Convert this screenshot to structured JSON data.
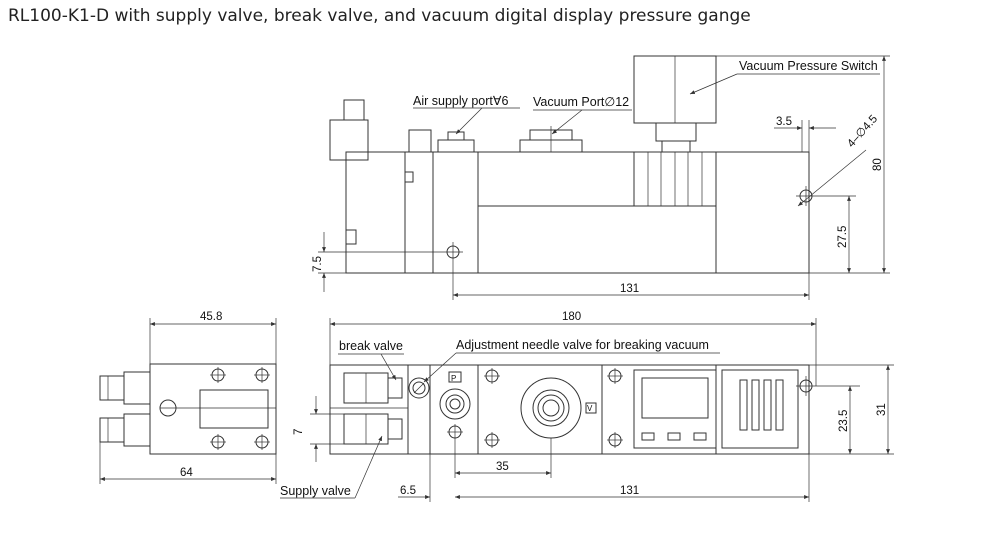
{
  "title": "RL100-K1-D with supply valve, break valve, and vacuum digital display pressure gange",
  "callouts": {
    "vacuum_pressure_switch": "Vacuum Pressure Switch",
    "air_supply_port": "Air supply port∀6",
    "vacuum_port": "Vacuum Port∅12",
    "break_valve": "break valve",
    "adjustment_needle": "Adjustment needle valve for breaking vacuum",
    "supply_valve": "Supply valve",
    "hole_spec": "4–∅4.5"
  },
  "dimensions": {
    "d_3_5": "3.5",
    "d_80": "80",
    "d_27_5": "27.5",
    "d_7_5": "7.5",
    "d_131_top": "131",
    "d_45_8": "45.8",
    "d_180": "180",
    "d_64": "64",
    "d_7": "7",
    "d_35": "35",
    "d_6_5": "6.5",
    "d_131_bottom": "131",
    "d_23_5": "23.5",
    "d_31": "31"
  },
  "markers": {
    "p_port": "P",
    "v_port": "V"
  }
}
